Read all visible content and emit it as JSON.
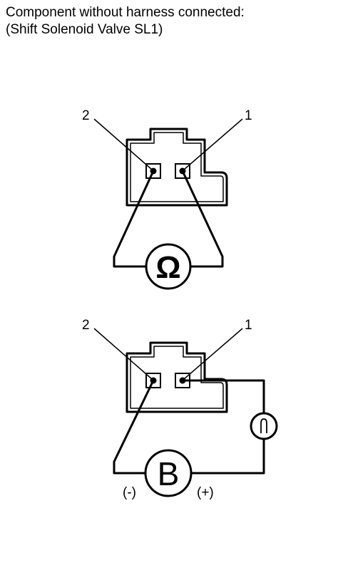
{
  "caption": {
    "line1": "Component without harness connected:",
    "line2": "(Shift Solenoid Valve SL1)"
  },
  "ohmmeter_diagram": {
    "terminal_left_label": "2",
    "terminal_right_label": "1",
    "meter_symbol": "Ω"
  },
  "battery_diagram": {
    "terminal_left_label": "2",
    "terminal_right_label": "1",
    "battery_symbol": "B",
    "negative_label": "(-)",
    "positive_label": "(+)",
    "bulb_icon": "test-lamp-icon"
  }
}
